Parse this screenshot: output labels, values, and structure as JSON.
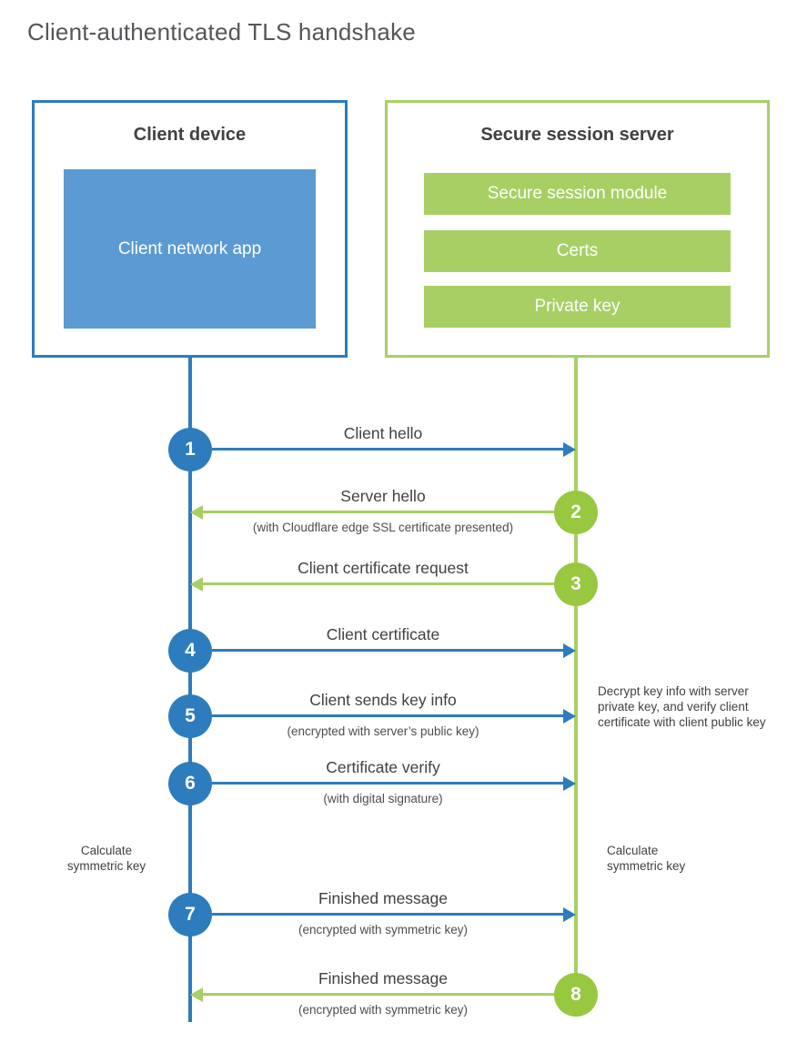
{
  "title": "Client-authenticated TLS handshake",
  "colors": {
    "blue": "#2d7cbd",
    "blue_fill": "#5b9ad2",
    "green": "#a8cf64",
    "green_circle": "#97c83f",
    "text_dark": "#414042",
    "title_gray": "#54565b"
  },
  "client_box": {
    "title": "Client device",
    "app_label": "Client network app"
  },
  "server_box": {
    "title": "Secure session server",
    "modules": [
      "Secure session module",
      "Certs",
      "Private key"
    ]
  },
  "steps": [
    {
      "num": "1",
      "label": "Client hello",
      "direction": "client-to-server"
    },
    {
      "num": "2",
      "label": "Server hello",
      "sub": "(with Cloudflare edge SSL certificate presented)",
      "direction": "server-to-client"
    },
    {
      "num": "3",
      "label": "Client certificate request",
      "direction": "server-to-client"
    },
    {
      "num": "4",
      "label": "Client certificate",
      "direction": "client-to-server"
    },
    {
      "num": "5",
      "label": "Client sends key info",
      "sub": "(encrypted with server’s public key)",
      "direction": "client-to-server"
    },
    {
      "num": "6",
      "label": "Certificate verify",
      "sub": "(with digital signature)",
      "direction": "client-to-server"
    },
    {
      "num": "7",
      "label": "Finished message",
      "sub": "(encrypted with symmetric key)",
      "direction": "client-to-server"
    },
    {
      "num": "8",
      "label": "Finished message",
      "sub": "(encrypted with symmetric key)",
      "direction": "server-to-client"
    }
  ],
  "annotations": {
    "decrypt_note": "Decrypt key info with server private key, and verify client certificate with client public key",
    "calc_left": "Calculate symmetric key",
    "calc_right": "Calculate symmetric key"
  }
}
